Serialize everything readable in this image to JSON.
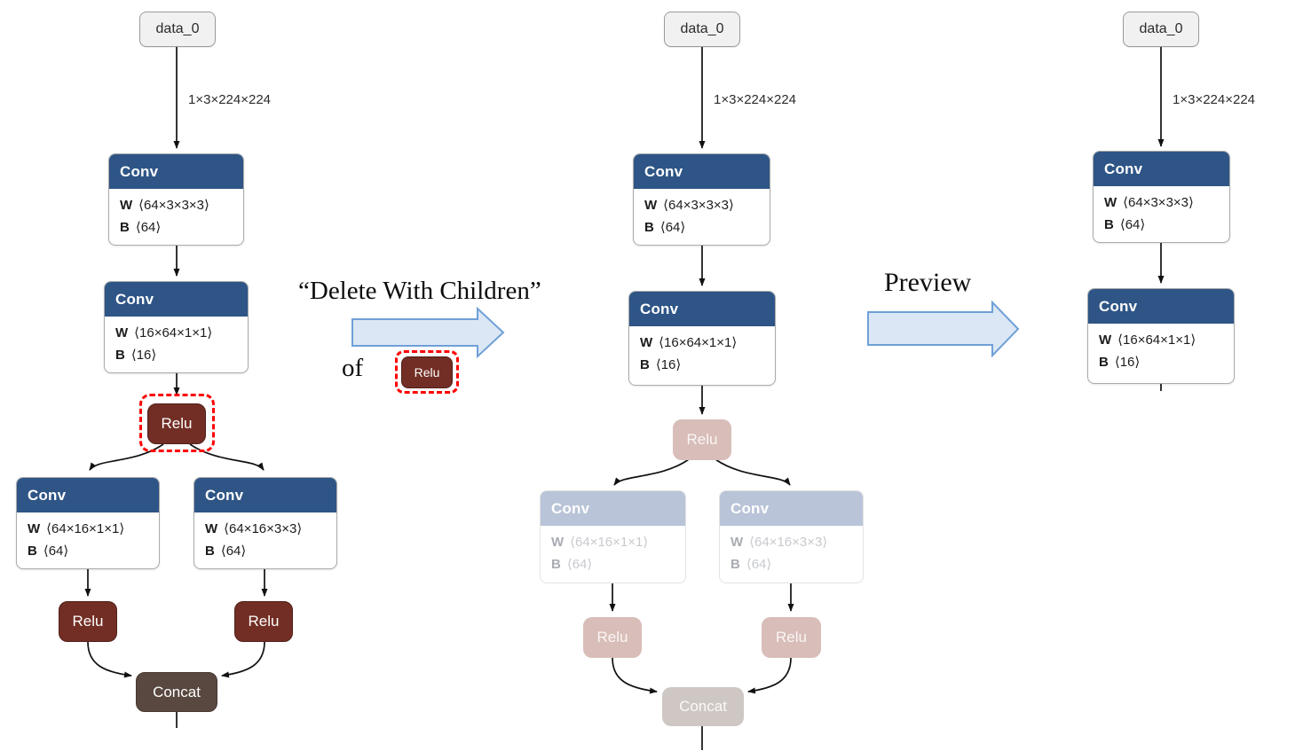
{
  "shared": {
    "input_label": "data_0",
    "input_shape": "1×3×224×224",
    "w_key": "W",
    "b_key": "B"
  },
  "annotations": {
    "delete_caption": "“Delete With Children”",
    "of_label": "of",
    "relu_chip": "Relu",
    "preview_caption": "Preview"
  },
  "panels": {
    "original": {
      "conv1": {
        "title": "Conv",
        "w": "⟨64×3×3×3⟩",
        "b": "⟨64⟩"
      },
      "conv2": {
        "title": "Conv",
        "w": "⟨16×64×1×1⟩",
        "b": "⟨16⟩"
      },
      "relu1": {
        "title": "Relu"
      },
      "conv3": {
        "title": "Conv",
        "w": "⟨64×16×1×1⟩",
        "b": "⟨64⟩"
      },
      "conv4": {
        "title": "Conv",
        "w": "⟨64×16×3×3⟩",
        "b": "⟨64⟩"
      },
      "relu2": {
        "title": "Relu"
      },
      "relu3": {
        "title": "Relu"
      },
      "concat": {
        "title": "Concat"
      }
    },
    "marked": {
      "conv1": {
        "title": "Conv",
        "w": "⟨64×3×3×3⟩",
        "b": "⟨64⟩"
      },
      "conv2": {
        "title": "Conv",
        "w": "⟨16×64×1×1⟩",
        "b": "⟨16⟩"
      },
      "relu1": {
        "title": "Relu"
      },
      "conv3": {
        "title": "Conv",
        "w": "⟨64×16×1×1⟩",
        "b": "⟨64⟩"
      },
      "conv4": {
        "title": "Conv",
        "w": "⟨64×16×3×3⟩",
        "b": "⟨64⟩"
      },
      "relu2": {
        "title": "Relu"
      },
      "relu3": {
        "title": "Relu"
      },
      "concat": {
        "title": "Concat"
      }
    },
    "preview": {
      "conv1": {
        "title": "Conv",
        "w": "⟨64×3×3×3⟩",
        "b": "⟨64⟩"
      },
      "conv2": {
        "title": "Conv",
        "w": "⟨16×64×1×1⟩",
        "b": "⟨16⟩"
      }
    }
  },
  "colors": {
    "conv_header_bg": "#2E5586",
    "relu_bg": "#722E25",
    "concat_bg": "#584840",
    "input_bg": "#F1F1F1",
    "faded_conv_header_bg": "#B9C4D8",
    "faded_relu_bg": "#D8BDB8",
    "faded_concat_bg": "#CEC7C4",
    "highlight_dash": "#FF0000",
    "block_arrow_fill": "#DBE7F5",
    "block_arrow_stroke": "#6FA0D8",
    "edge": "#111111"
  }
}
